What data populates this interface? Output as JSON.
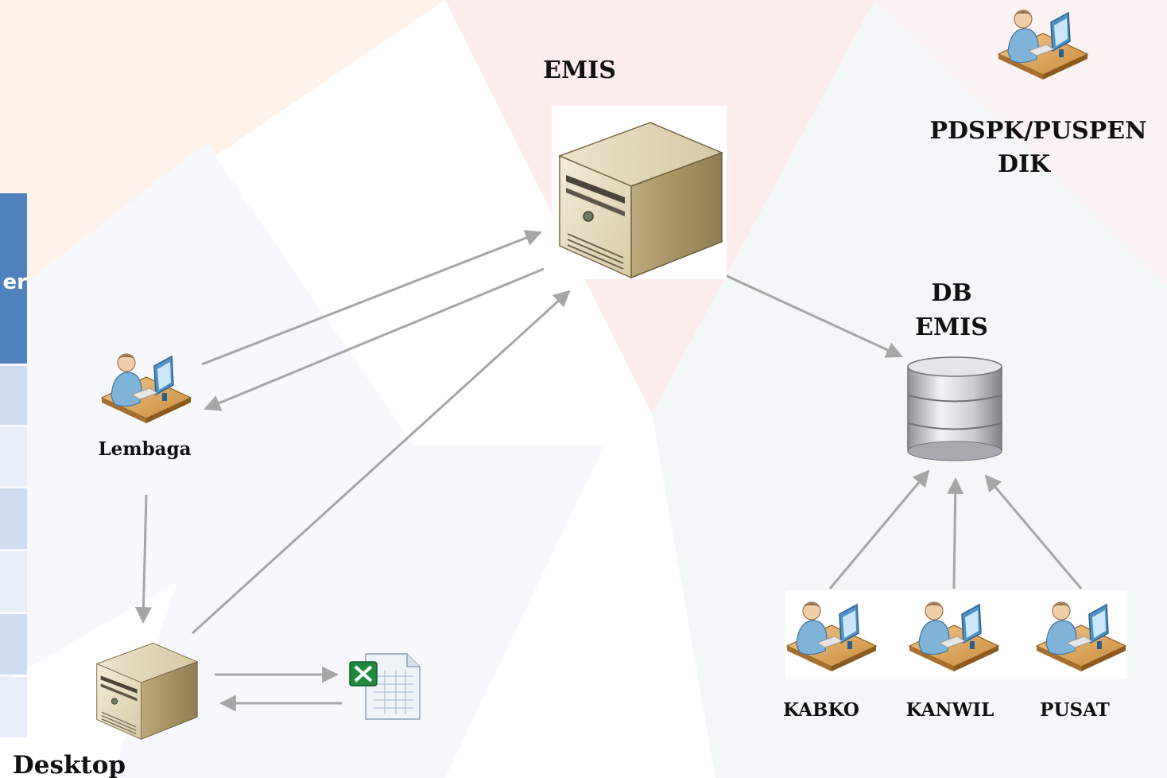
{
  "labels": {
    "emis": "EMIS",
    "pdspk_line1": "PDSPK/PUSPEN",
    "pdspk_line2": "DIK",
    "db_line1": "DB",
    "db_line2": "EMIS",
    "lembaga": "Lembaga",
    "desktop": "Desktop",
    "kabko": "KABKO",
    "kanwil": "KANWIL",
    "pusat": "PUSAT"
  },
  "side_table": {
    "header_fragment": "er"
  },
  "colors": {
    "arrow": "#a6a6a6",
    "side_header": "#4f81bd",
    "side_row_dark": "#d0dcef",
    "side_row_light": "#e8eef8"
  }
}
